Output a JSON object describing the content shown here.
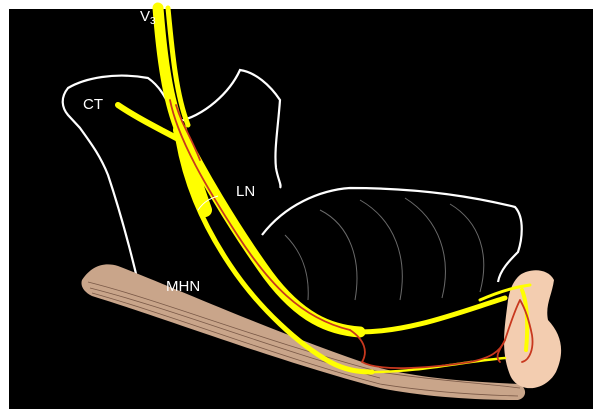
{
  "labels": {
    "v3_main": "V",
    "v3_sub": "3",
    "ct": "CT",
    "ln": "LN",
    "mhn": "MHN"
  },
  "colors": {
    "background": "#000000",
    "frame": "#ffffff",
    "outline": "#ffffff",
    "nerve": "#ffff00",
    "vessel": "#c8381e",
    "muscle": "#c9a58a",
    "tip": "#f3cdb0",
    "gland_lines": "#6a6a6a"
  }
}
